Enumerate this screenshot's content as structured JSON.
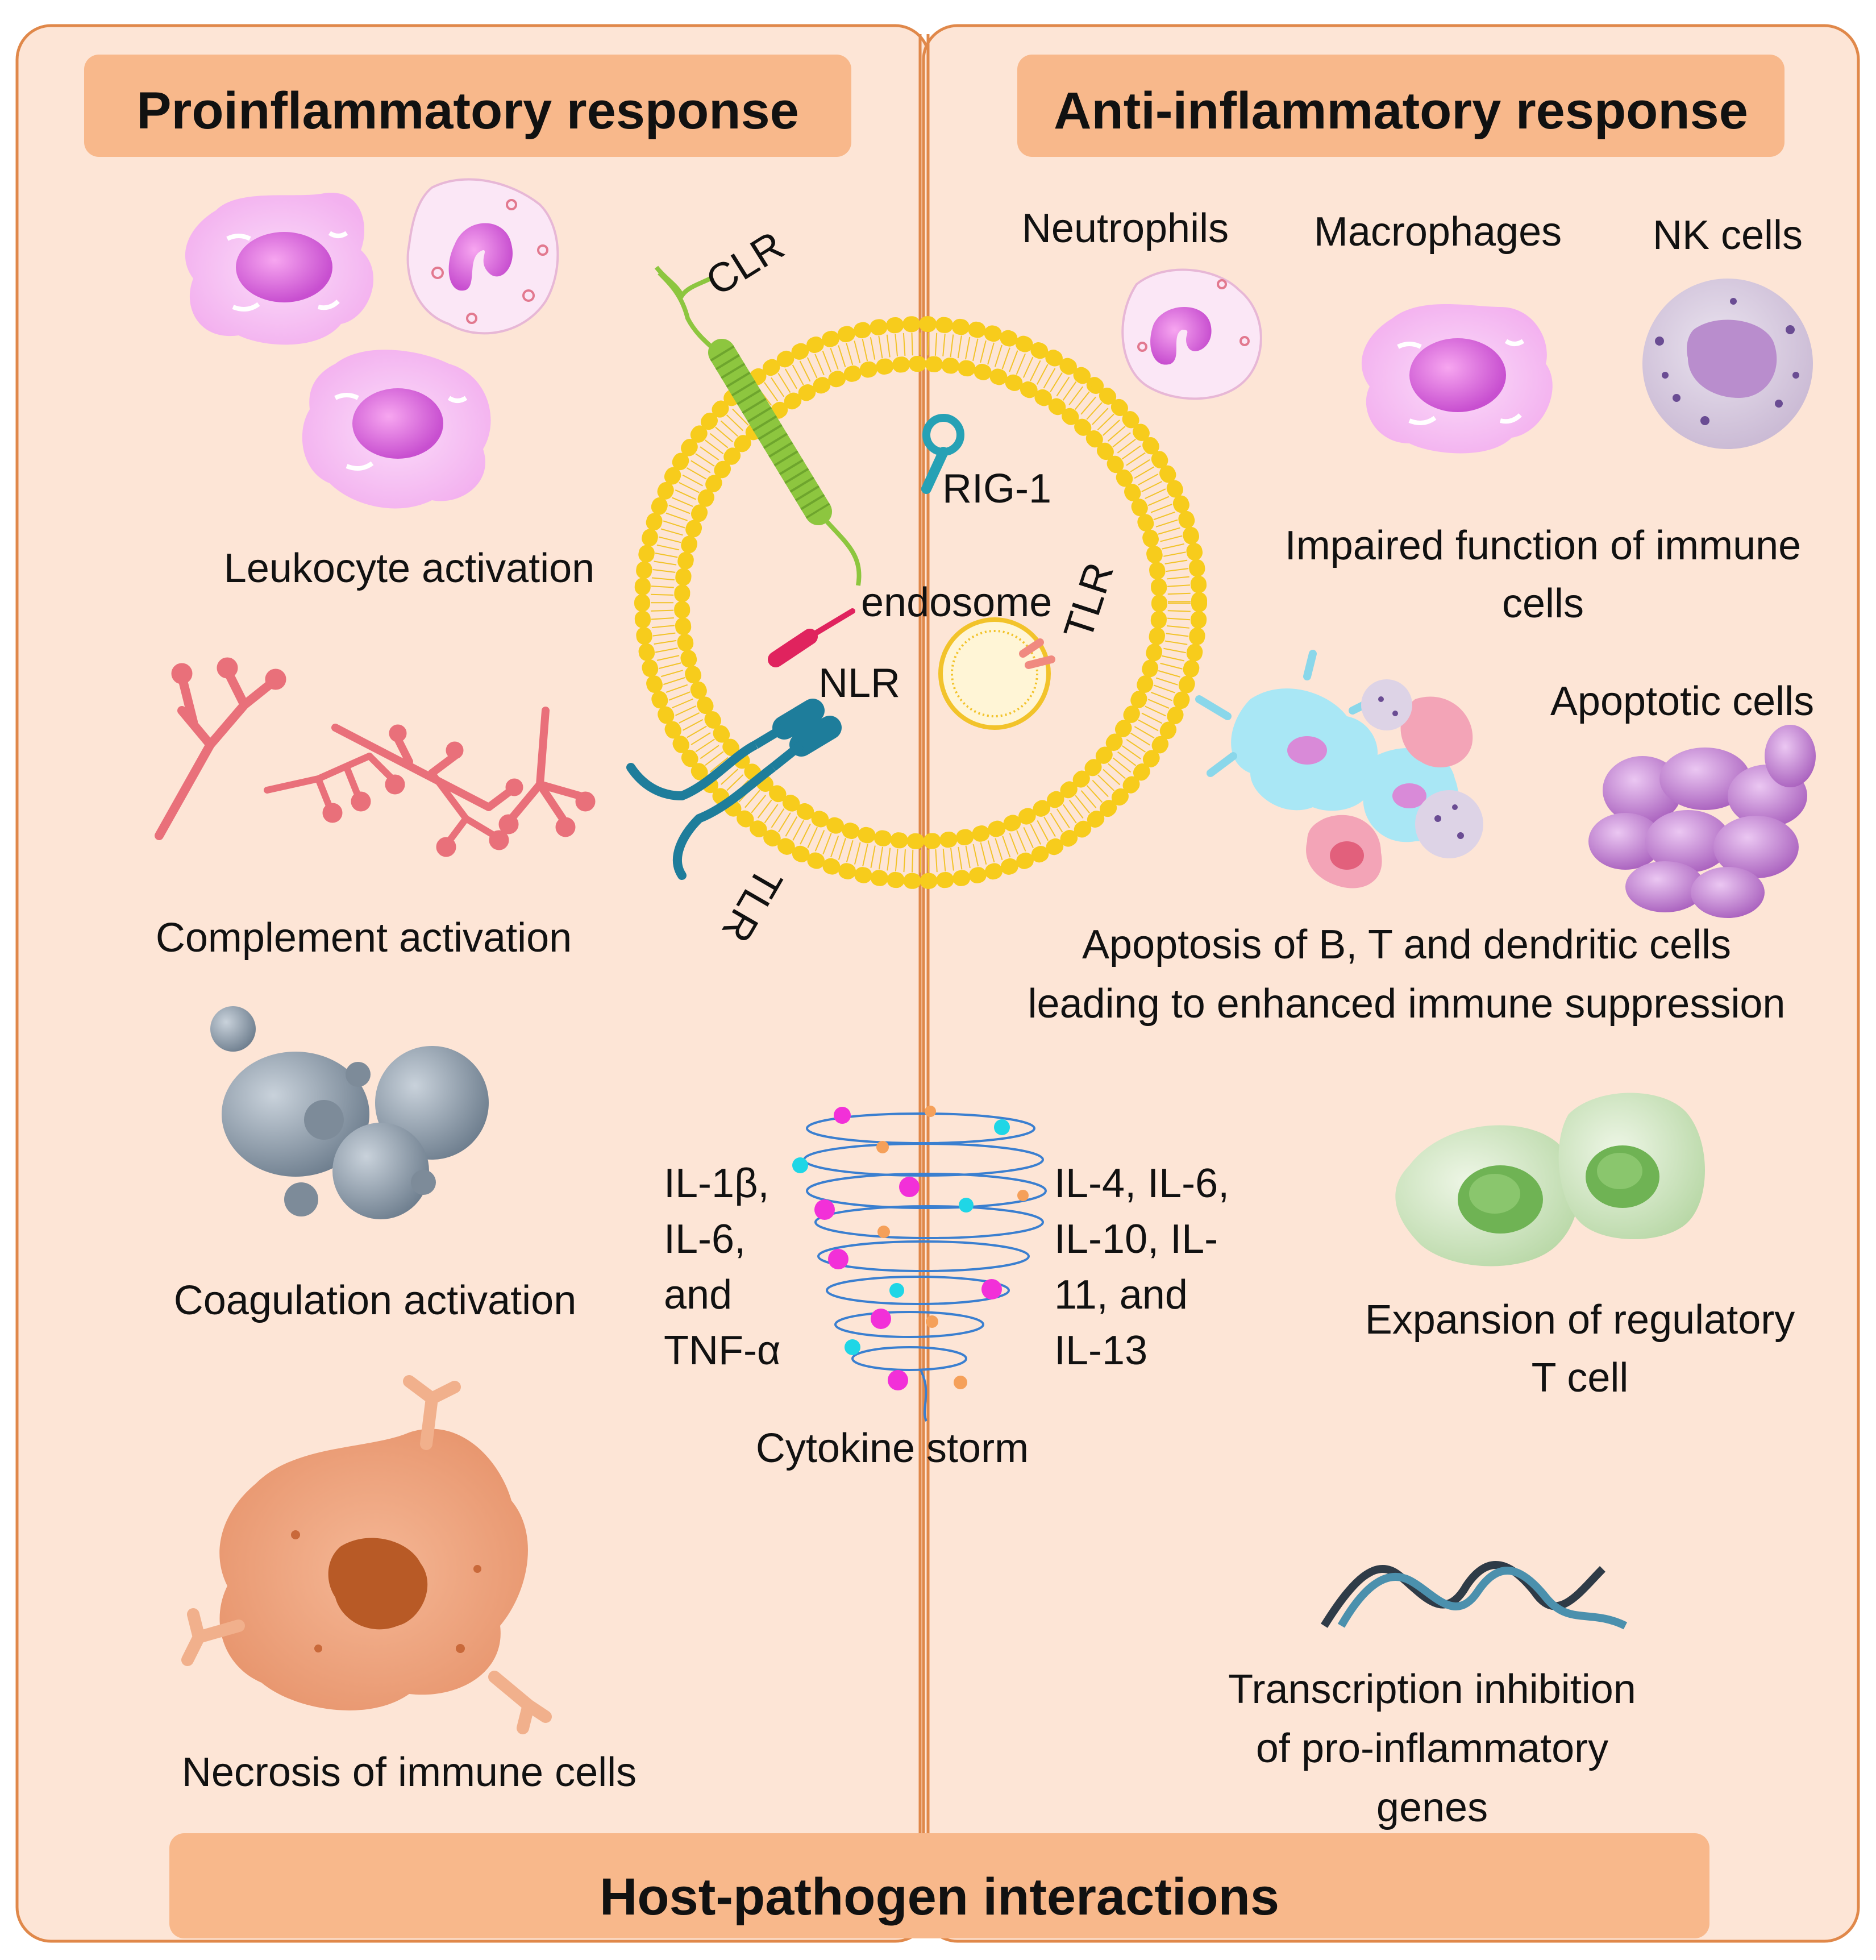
{
  "headers": {
    "left": "Proinflammatory response",
    "right": "Anti-inflammatory response",
    "bottom": "Host-pathogen interactions"
  },
  "left_panel": {
    "leukocyte": "Leukocyte activation",
    "complement": "Complement activation",
    "coagulation": "Coagulation activation",
    "necrosis": "Necrosis of immune cells"
  },
  "right_panel": {
    "neutrophils": "Neutrophils",
    "macrophages": "Macrophages",
    "nk_cells": "NK cells",
    "impaired_l1": "Impaired function of immune",
    "impaired_l2": "cells",
    "apoptotic": "Apoptotic cells",
    "apoptosis_l1": "Apoptosis of B, T and dendritic cells",
    "apoptosis_l2": "leading to enhanced immune suppression",
    "treg_l1": "Expansion of regulatory",
    "treg_l2": "T cell",
    "transcription_l1": "Transcription inhibition",
    "transcription_l2": "of pro-inflammatory",
    "transcription_l3": "genes"
  },
  "receptors": {
    "clr": "CLR",
    "rig1": "RIG-1",
    "endosome": "endosome",
    "tlr_inner": "TLR",
    "nlr": "NLR",
    "tlr_outer": "TLR"
  },
  "cytokines": {
    "pro_1": "IL-1β,",
    "pro_2": "IL-6,",
    "pro_3": "and",
    "pro_4": "TNF-α",
    "anti_1": "IL-4, IL-6,",
    "anti_2": "IL-10, IL-",
    "anti_3": "11, and",
    "anti_4": "IL-13",
    "storm": "Cytokine storm"
  },
  "colors": {
    "panel_fill": "#fde5d6",
    "panel_border": "#e0884a",
    "header_fill": "#f8b88b",
    "membrane": "#f7cc1c",
    "clr_green": "#8dc63f",
    "receptor_teal": "#1e7d9b",
    "nlr_red": "#e0235e",
    "magenta_bead": "#f230d8",
    "cyan_bead": "#1fd6e6",
    "orange_bead": "#f5a05a",
    "helix_blue": "#3a7fd0"
  }
}
